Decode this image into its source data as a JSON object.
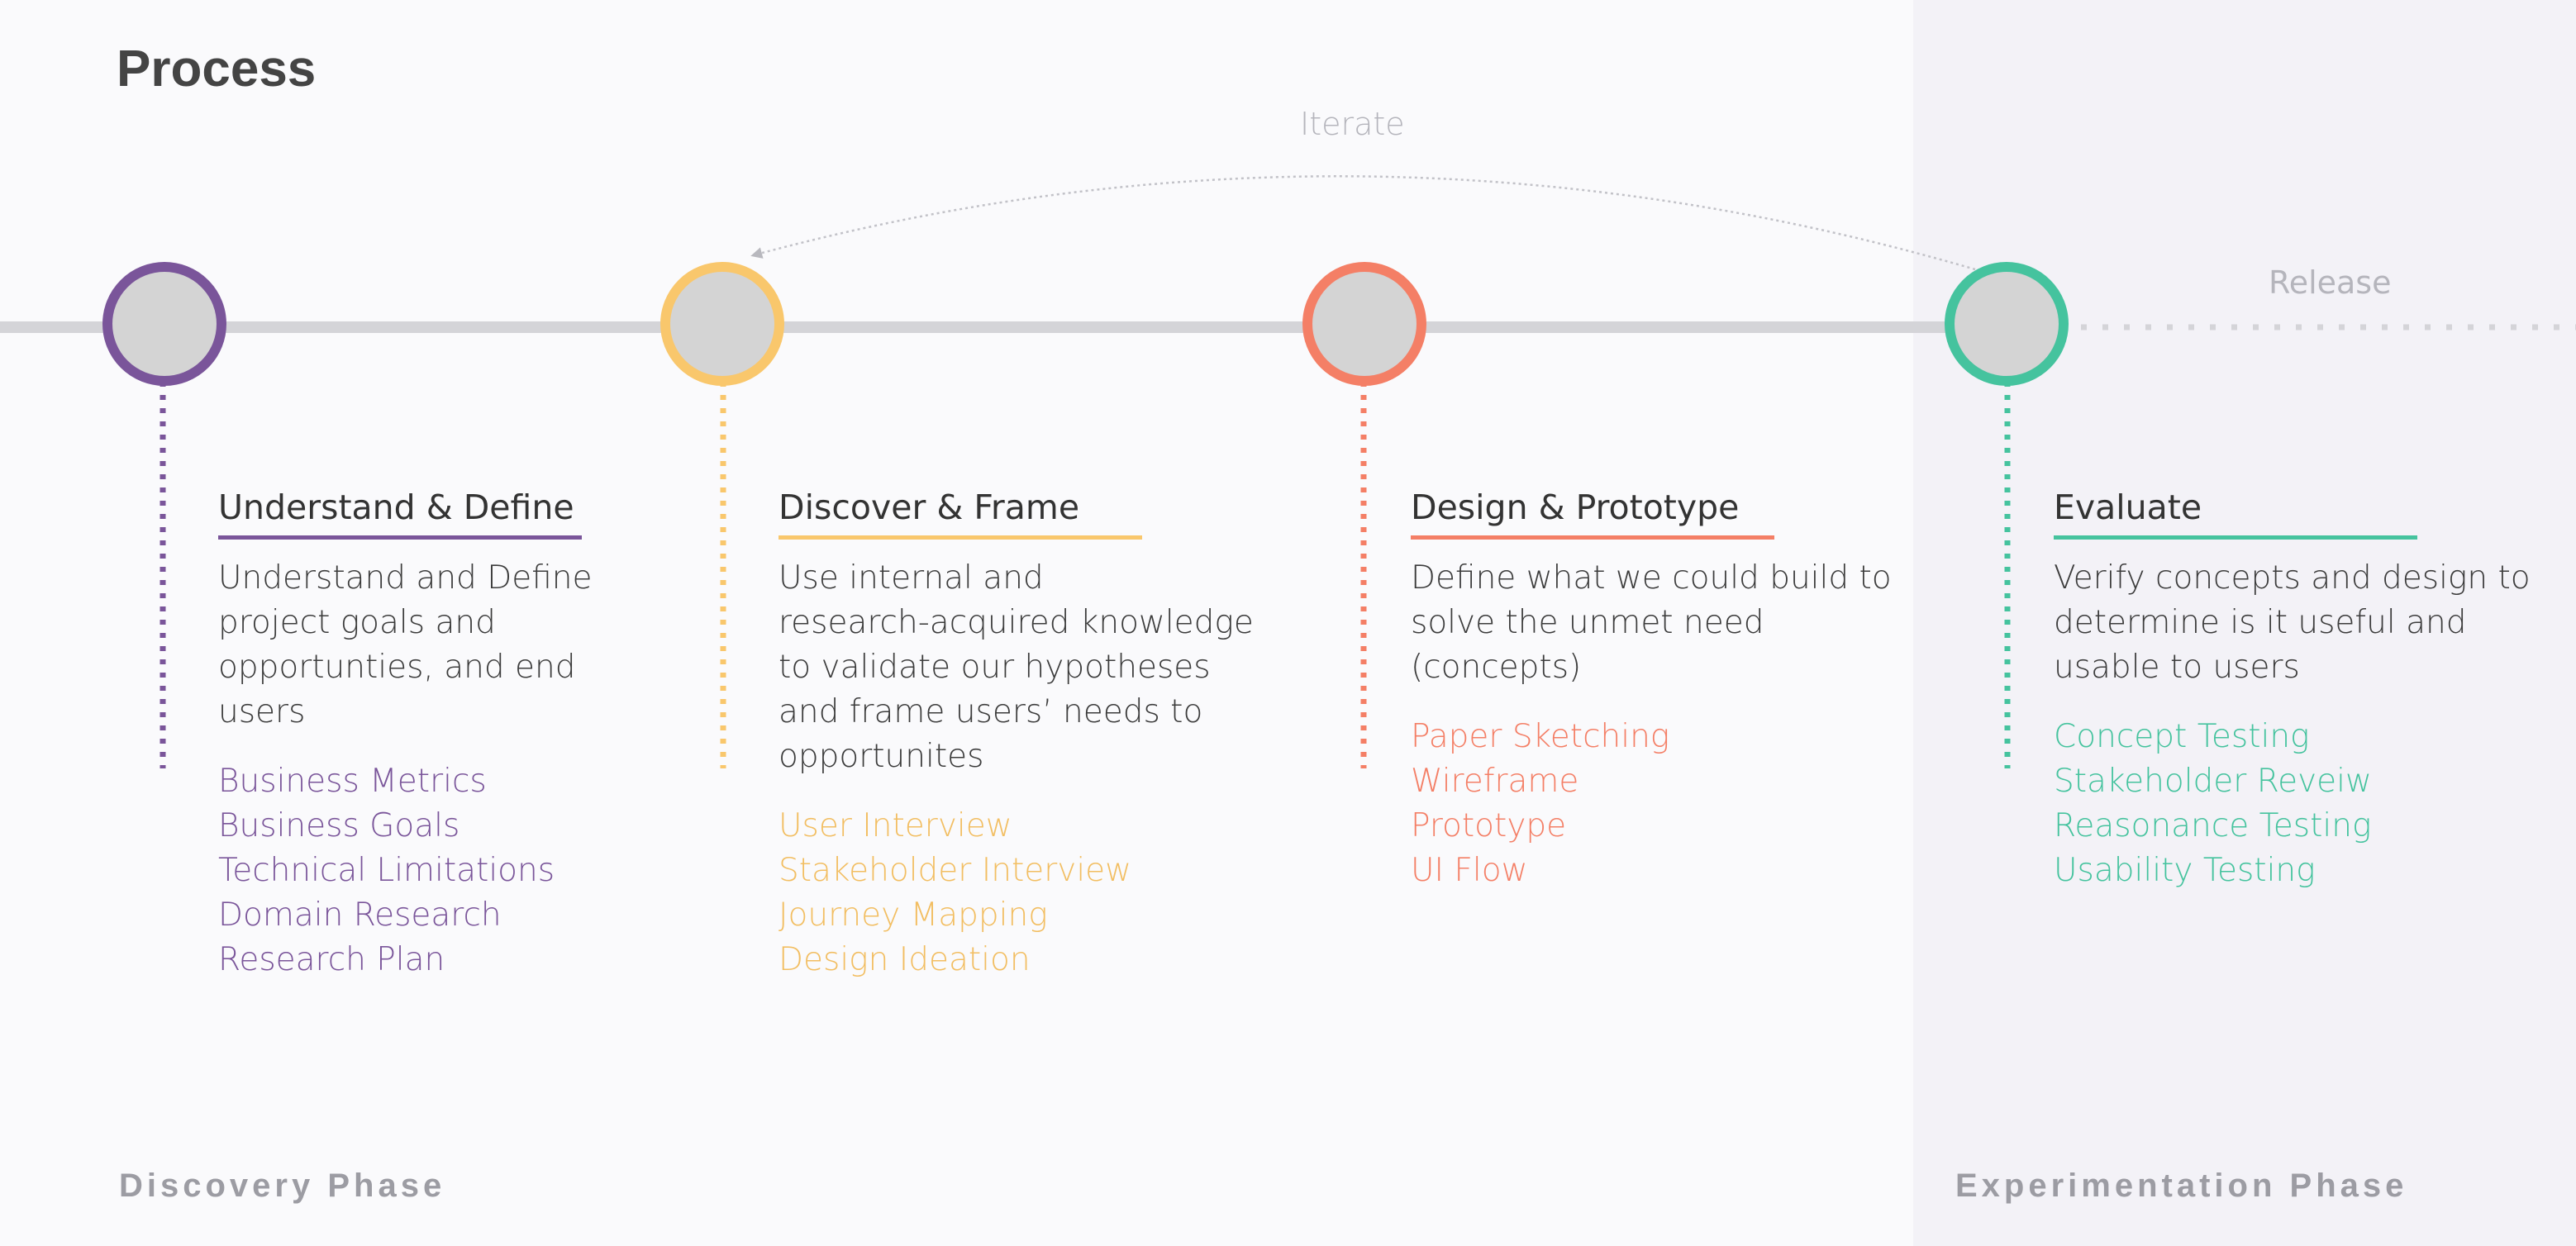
{
  "title": "Process",
  "iterate_label": "Iterate",
  "release_label": "Release",
  "colors": {
    "purple": "#7a559a",
    "yellow": "#f9c76c",
    "coral": "#f47f66",
    "teal": "#45c39e",
    "track": "#d4d4d8",
    "node_fill": "#d4d4d4"
  },
  "phases": {
    "discovery": "Discovery Phase",
    "experimentation": "Experimentation Phase"
  },
  "steps": [
    {
      "title": "Understand & Define",
      "description": [
        "Understand and Define",
        "project goals and",
        "opportunties, and end",
        "users"
      ],
      "items": [
        "Business Metrics",
        "Business Goals",
        "Technical Limitations",
        "Domain Research",
        "Research Plan"
      ]
    },
    {
      "title": "Discover & Frame",
      "description": [
        "Use internal and",
        "research-acquired knowledge",
        "to validate our hypotheses",
        "and frame users’ needs to",
        "opportunites"
      ],
      "items": [
        "User Interview",
        "Stakeholder Interview",
        "Journey Mapping",
        "Design Ideation"
      ]
    },
    {
      "title": "Design & Prototype",
      "description": [
        "Define what we could build to",
        "solve the unmet need",
        "(concepts)"
      ],
      "items": [
        "Paper Sketching",
        "Wireframe",
        "Prototype",
        "UI Flow"
      ]
    },
    {
      "title": "Evaluate",
      "description": [
        "Verify concepts and design to",
        "determine is it useful and",
        "usable to users"
      ],
      "items": [
        "Concept Testing",
        "Stakeholder Reveiw",
        "Reasonance Testing",
        "Usability Testing"
      ]
    }
  ]
}
